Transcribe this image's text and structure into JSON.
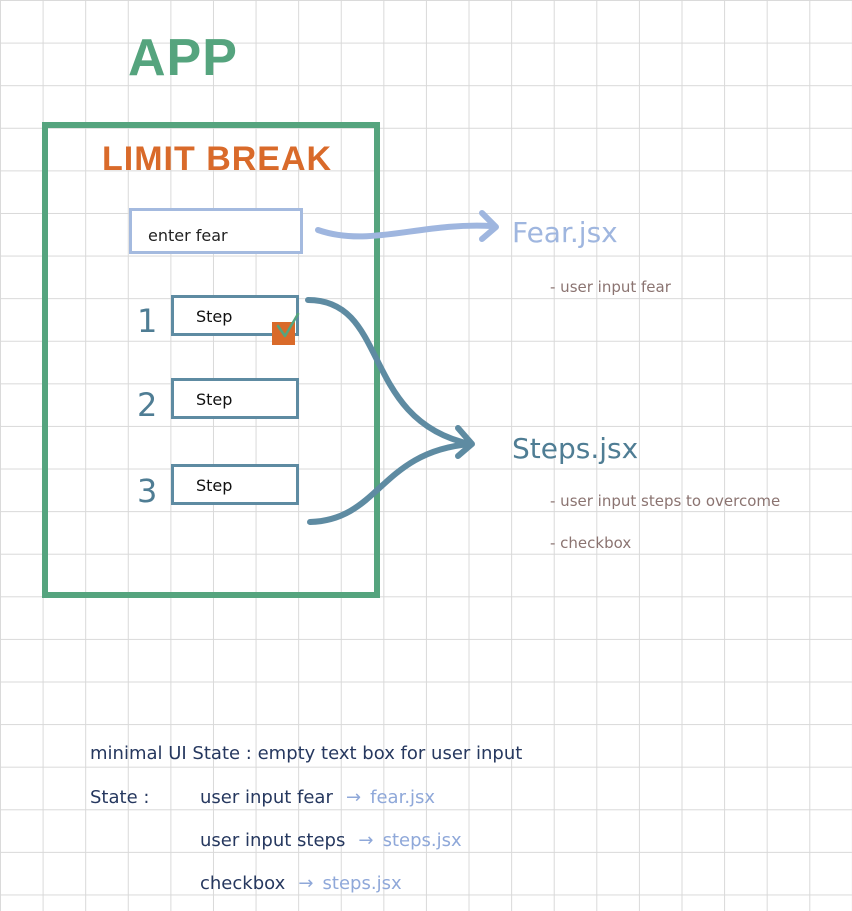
{
  "app_label": "APP",
  "app_title": "LIMIT BREAK",
  "fear_input": {
    "placeholder": "enter fear"
  },
  "steps": [
    {
      "number": "1",
      "label": "Step",
      "checked": true
    },
    {
      "number": "2",
      "label": "Step",
      "checked": false
    },
    {
      "number": "3",
      "label": "Step",
      "checked": false
    }
  ],
  "components": {
    "fear": {
      "name": "Fear.jsx",
      "notes": [
        "- user input fear"
      ]
    },
    "steps": {
      "name": "Steps.jsx",
      "notes": [
        "- user input steps to overcome",
        "- checkbox"
      ]
    }
  },
  "summary": {
    "minimal_ui_state": "minimal UI State : empty text box for user input",
    "state_label": "State :",
    "lines": [
      {
        "text": "user input fear",
        "arrow": "→",
        "target": "fear.jsx"
      },
      {
        "text": "user input steps",
        "arrow": "→",
        "target": "steps.jsx"
      },
      {
        "text": "checkbox",
        "arrow": "→",
        "target": "steps.jsx"
      }
    ]
  },
  "colors": {
    "app_green": "#55a47e",
    "title_orange": "#d96a2a",
    "fear_blue": "#9fb6df",
    "steps_slate": "#4f7d94",
    "note_brown": "#8b7471",
    "summary_navy": "#26385f",
    "grid_gray": "#d9d9d9"
  }
}
